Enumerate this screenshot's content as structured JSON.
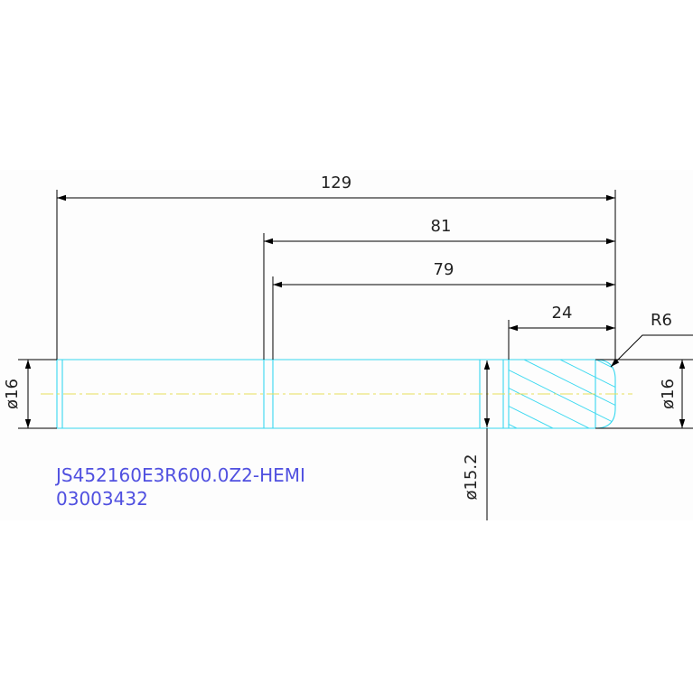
{
  "dimensions": {
    "overall_length": "129",
    "length_81": "81",
    "length_79": "79",
    "length_24": "24",
    "radius": "R6",
    "diameter_left": "ø16",
    "diameter_right": "ø16",
    "diameter_groove": "ø15.2"
  },
  "part_label": {
    "line1": "JS452160E3R600.0Z2-HEMI",
    "line2": "03003432"
  },
  "colors": {
    "part_outline": "#36d8f0",
    "dimension": "#000000",
    "centerline": "#e8e05a",
    "label": "#5050e0"
  }
}
